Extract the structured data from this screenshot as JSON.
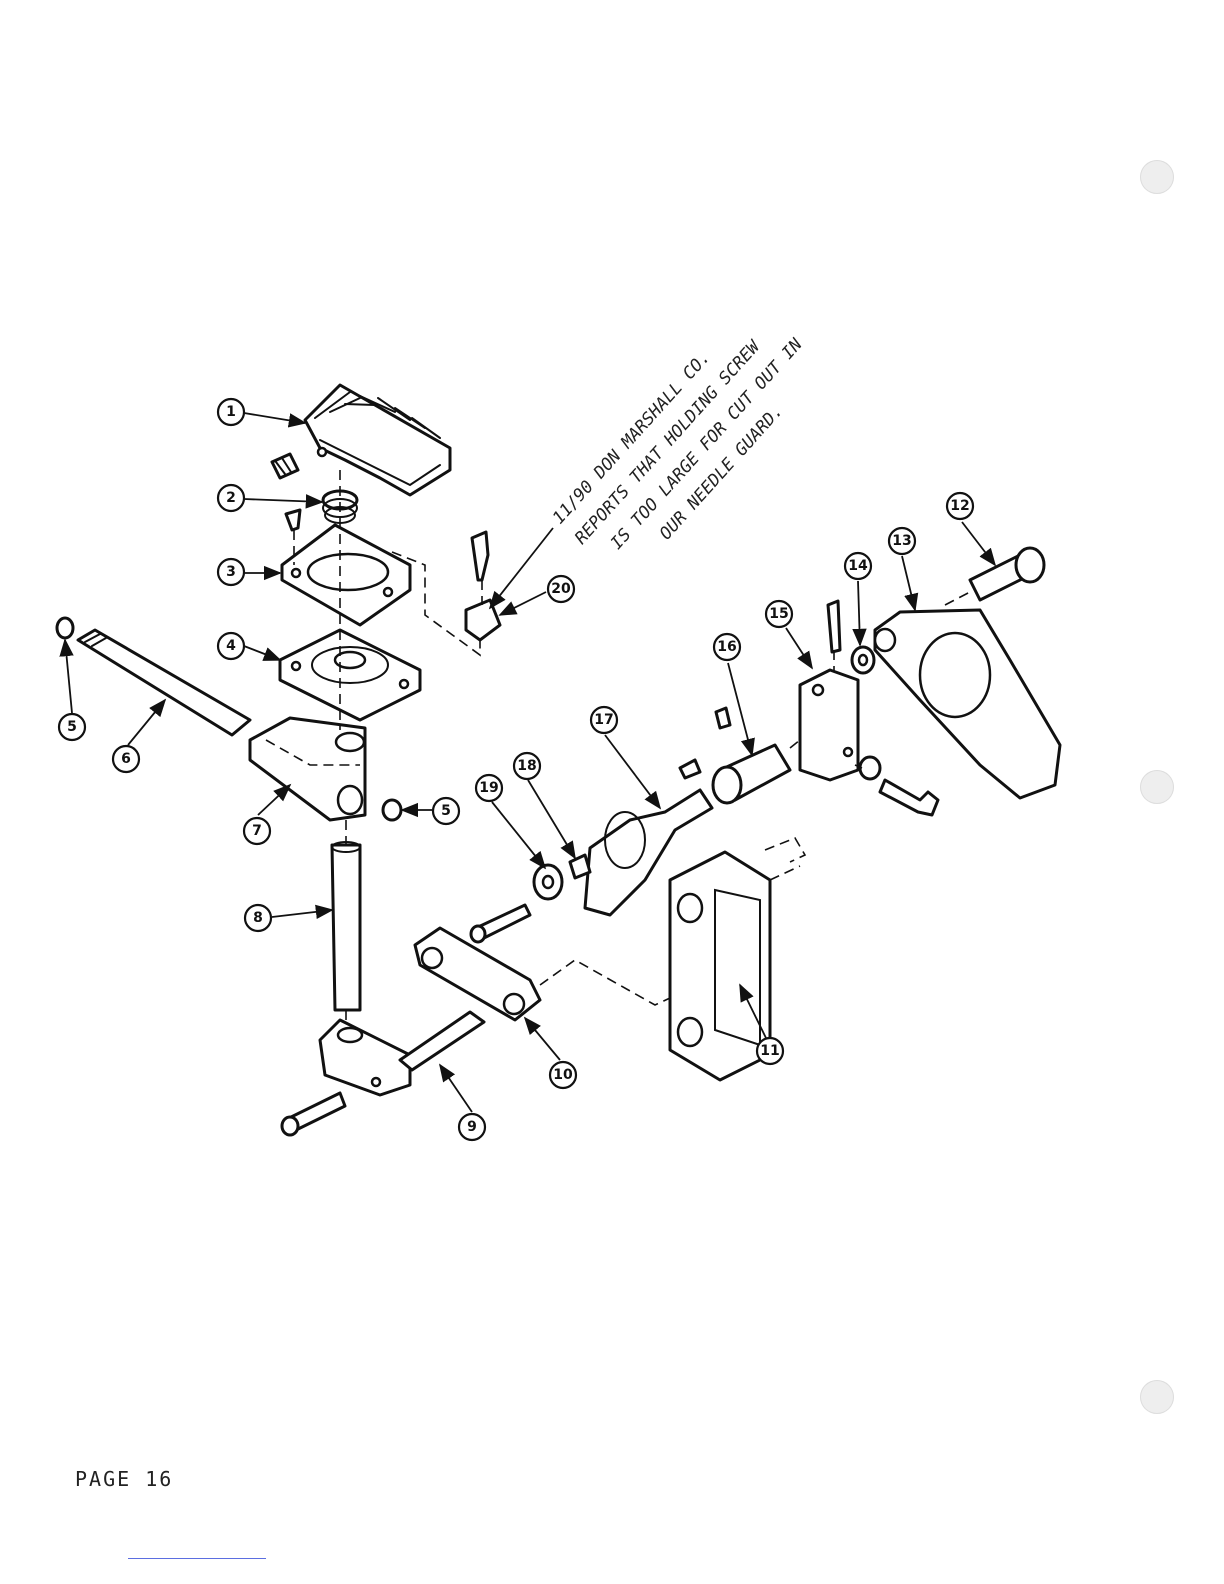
{
  "page_label": "PAGE 16",
  "handwritten_note": [
    "11/90 DON MARSHALL CO.",
    "REPORTS THAT HOLDING SCREW",
    "IS TOO LARGE FOR CUT OUT IN",
    "OUR NEEDLE GUARD."
  ],
  "callouts": [
    "1",
    "2",
    "3",
    "4",
    "5",
    "5",
    "6",
    "7",
    "8",
    "9",
    "10",
    "11",
    "12",
    "13",
    "14",
    "15",
    "16",
    "17",
    "18",
    "19",
    "20"
  ]
}
